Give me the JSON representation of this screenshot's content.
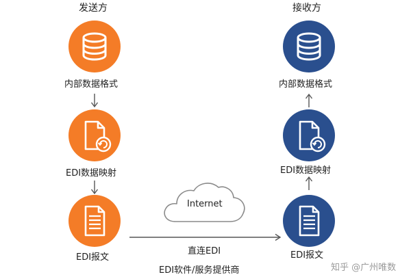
{
  "sender": {
    "title": "发送方",
    "steps": [
      "内部数据格式",
      "EDI数据映射",
      "EDI报文"
    ]
  },
  "receiver": {
    "title": "接收方",
    "steps": [
      "内部数据格式",
      "EDI数据映射",
      "EDI报文"
    ]
  },
  "middle": {
    "cloud_label": "Internet",
    "direct_label": "直连EDI",
    "provider_label": "EDI软件/服务提供商"
  },
  "watermark": "知乎 @广州唯数",
  "colors": {
    "sender": "#f47c27",
    "receiver": "#2a4f8e"
  },
  "icons": [
    "database-icon",
    "document-refresh-icon",
    "document-lines-icon"
  ]
}
